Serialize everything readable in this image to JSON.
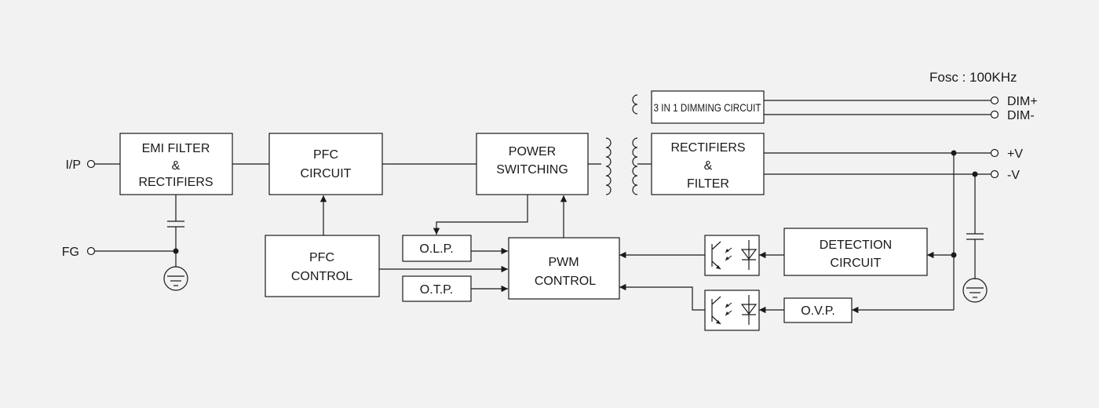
{
  "fosc_label": "Fosc : 100KHz",
  "terminals": {
    "ip": "I/P",
    "fg": "FG",
    "dim_plus": "DIM+",
    "dim_minus": "DIM-",
    "v_plus": "+V",
    "v_minus": "-V"
  },
  "blocks": {
    "emi": [
      "EMI FILTER",
      "&",
      "RECTIFIERS"
    ],
    "pfc_circuit": [
      "PFC",
      "CIRCUIT"
    ],
    "power_switching": [
      "POWER",
      "SWITCHING"
    ],
    "rectifiers_filter": [
      "RECTIFIERS",
      "&",
      "FILTER"
    ],
    "dimming": "3 IN 1 DIMMING CIRCUIT",
    "pfc_control": [
      "PFC",
      "CONTROL"
    ],
    "olp": "O.L.P.",
    "otp": "O.T.P.",
    "pwm_control": [
      "PWM",
      "CONTROL"
    ],
    "detection": [
      "DETECTION",
      "CIRCUIT"
    ],
    "ovp": "O.V.P."
  }
}
